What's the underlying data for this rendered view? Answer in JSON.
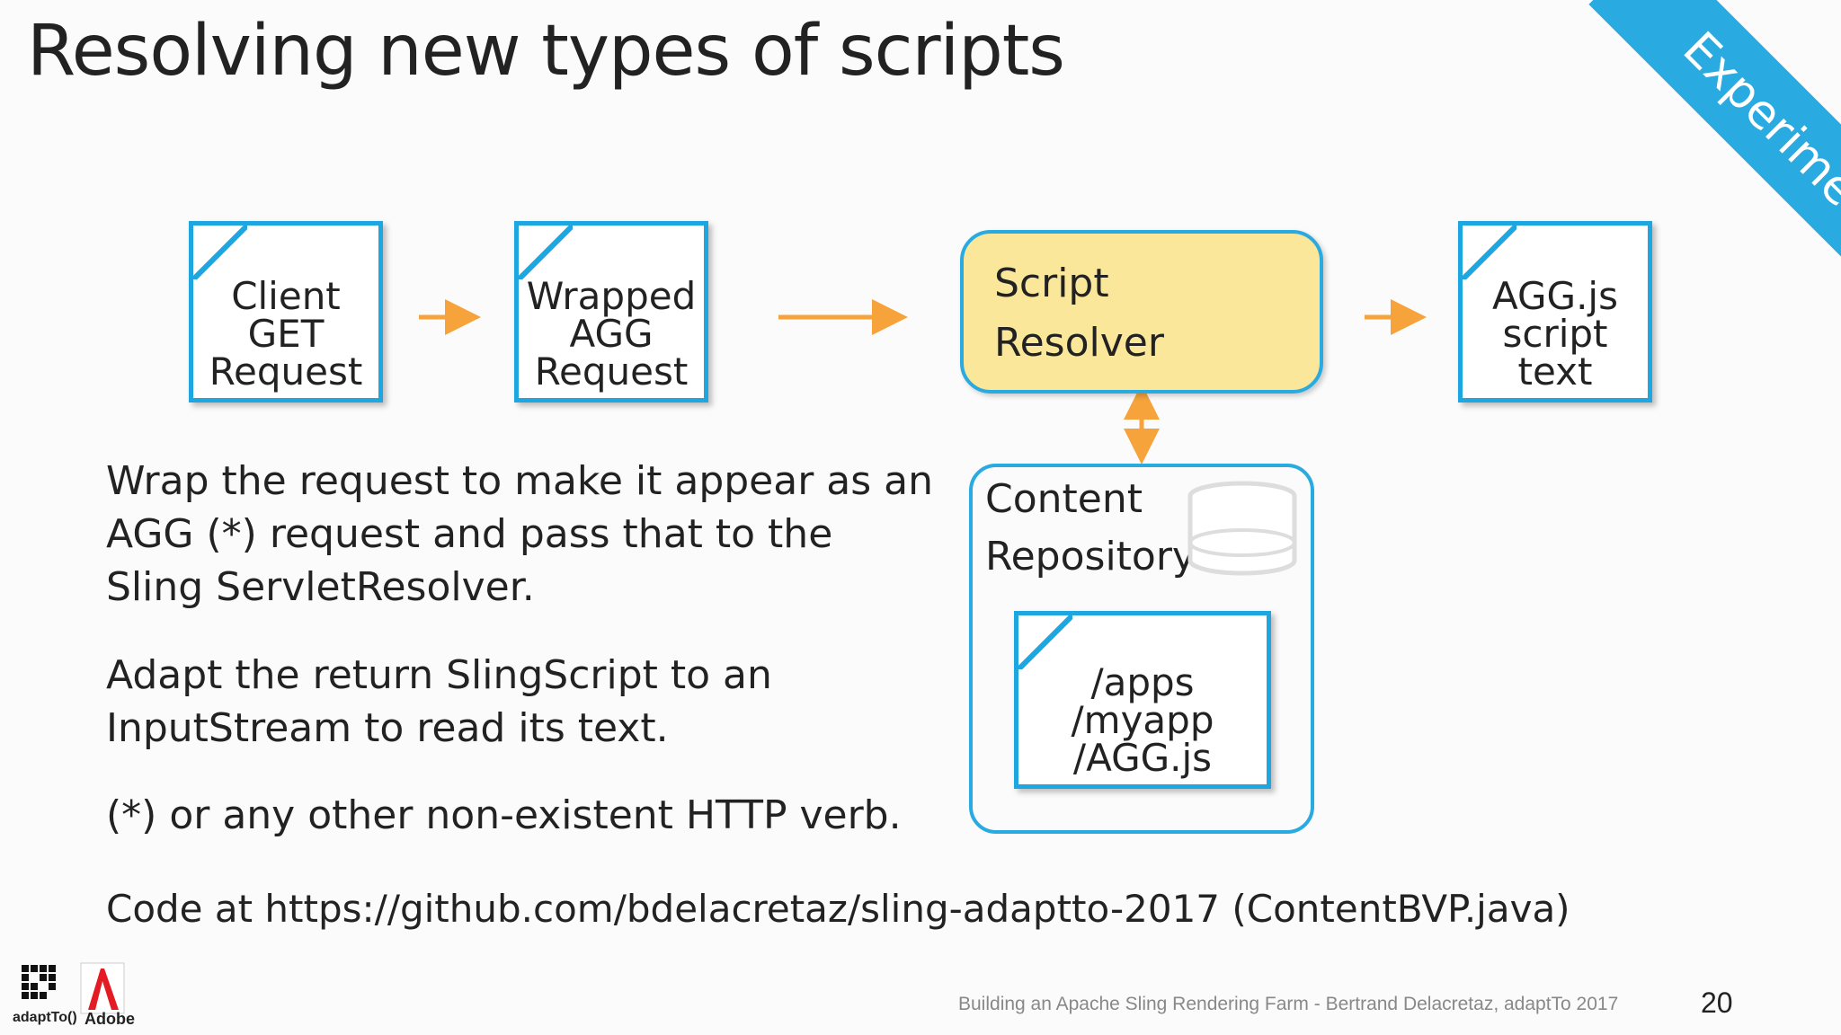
{
  "slide": {
    "title": "Resolving new types of scripts",
    "ribbon_label": "Experiment",
    "page_number": "20",
    "footer_text": "Building an Apache Sling Rendering Farm - Bertrand Delacretaz, adaptTo 2017"
  },
  "diagram": {
    "box_client": "Client\nGET\nRequest",
    "box_wrapped": "Wrapped\nAGG\nRequest",
    "resolver_line1": "Script",
    "resolver_line2": "Resolver",
    "box_output": "AGG.js\nscript\ntext",
    "repo_line1": "Content",
    "repo_line2": "Repository",
    "box_apps": "/apps\n/myapp\n/AGG.js"
  },
  "body": {
    "para1_l1": "Wrap the request to make it appear as an",
    "para1_l2": "AGG (*) request and pass that to the",
    "para1_l3": "Sling ServletResolver.",
    "para2_l1": "Adapt the return SlingScript to an",
    "para2_l2": "InputStream to read its text.",
    "para3": "(*) or any other non-existent HTTP verb.",
    "code_line": "Code at https://github.com/bdelacretaz/sling-adaptto-2017 (ContentBVP.java)"
  },
  "logos": {
    "left_logo_label": "adaptTo()",
    "right_logo_label": "Adobe"
  },
  "colors": {
    "accent_blue": "#1ea6e0",
    "resolver_fill": "#fbe79a",
    "arrow_orange": "#f5a33a"
  }
}
